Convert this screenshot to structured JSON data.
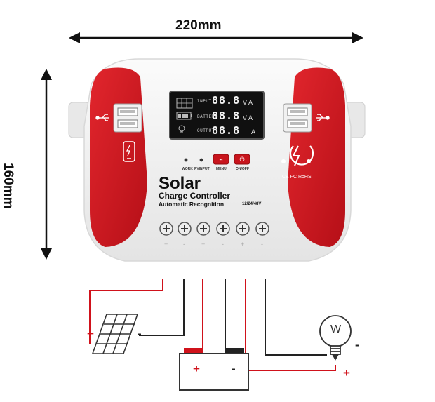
{
  "dimensions": {
    "width": "220mm",
    "height": "160mm"
  },
  "lcd": {
    "input_label": "INPUT",
    "battery_label": "BATTERY",
    "output_label": "OUTPUT",
    "digits": "88.8",
    "units_row1": "V A",
    "units_row2": "V A",
    "units_row3": "A"
  },
  "indicators": {
    "work": "WORK",
    "pv_input": "PVINPUT",
    "menu": "MENU",
    "on_off": "ON/OFF"
  },
  "brand": {
    "title": "Solar",
    "subtitle": "Charge Controller",
    "tagline": "Automatic Recognition",
    "voltage": "12/24/48V"
  },
  "certifications": "CE FC RoHS",
  "terminal_signs": [
    "+",
    "-",
    "+",
    "-",
    "+",
    "-"
  ],
  "wiring": {
    "solar_plus": "+",
    "solar_minus": "-",
    "battery_plus": "+",
    "battery_minus": "-",
    "load_plus": "+",
    "load_minus": "-",
    "load_symbol": "W"
  },
  "colors": {
    "accent": "#d0121b",
    "lcd_bg": "#111111",
    "body": "#f4f4f4"
  },
  "icons": [
    "usb-icon",
    "phone-charging-icon",
    "lightning-circle-icon",
    "solar-panel-icon",
    "battery-icon",
    "bulb-icon"
  ]
}
